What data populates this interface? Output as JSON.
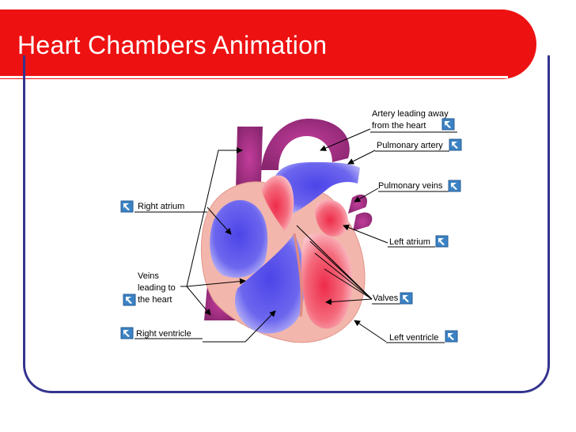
{
  "slide": {
    "title": "Heart Chambers Animation"
  },
  "colors": {
    "title_bar": "#ee1111",
    "frame": "#34348f",
    "blue_blood": "#5a4fe6",
    "red_blood": "#f04b5e",
    "vessel_purple": "#9a2a7a",
    "muscle_pink": "#f2b6ac",
    "link_icon": "#3b82c4"
  },
  "labels": {
    "artery_line1": "Artery leading away",
    "artery_line2": "from the heart",
    "pulmonary_artery": "Pulmonary artery",
    "pulmonary_veins": "Pulmonary veins",
    "right_atrium": "Right atrium",
    "left_atrium": "Left atrium",
    "veins_line1": "Veins",
    "veins_line2": "leading to",
    "veins_line3": "the heart",
    "valves": "Valves",
    "right_ventricle": "Right ventricle",
    "left_ventricle": "Left ventricle"
  },
  "icons": {
    "link": "arrow-link-icon"
  }
}
